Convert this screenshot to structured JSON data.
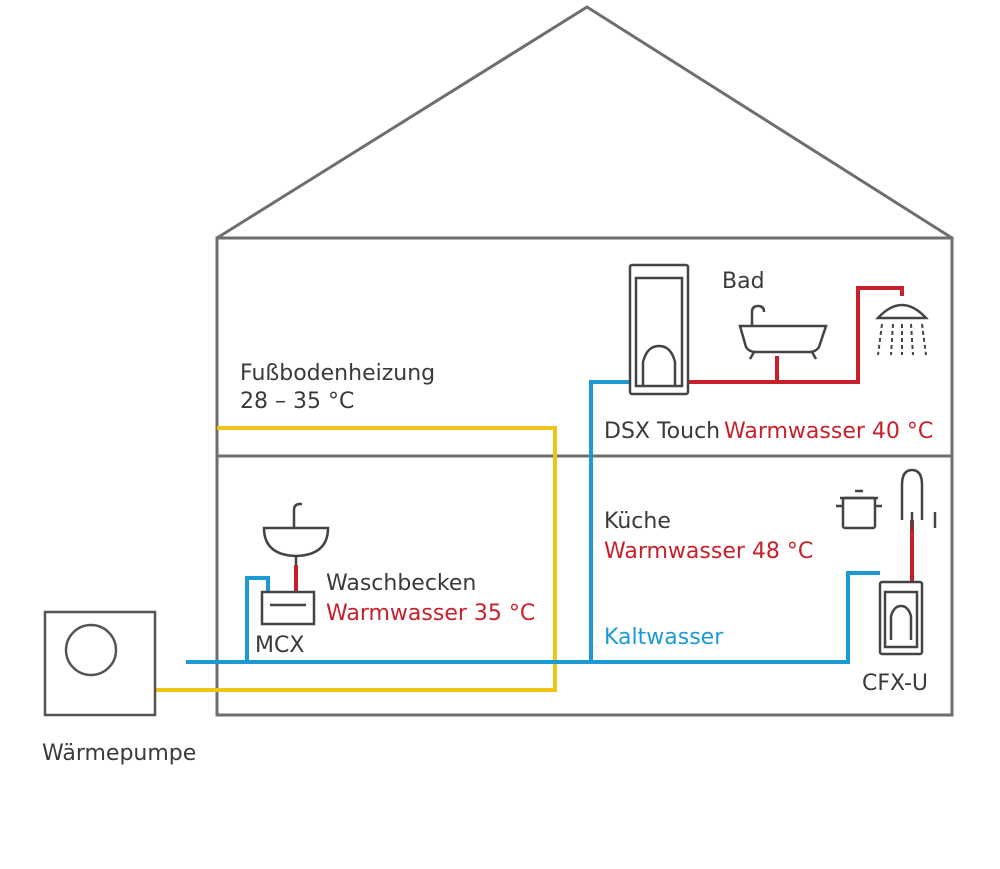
{
  "labels": {
    "floor_heating": "Fußbodenheizung",
    "floor_heating_temp": "28 – 35 °C",
    "bath": "Bad",
    "dsx_touch": "DSX Touch",
    "dsx_warmwater": "Warmwasser 40 °C",
    "kitchen": "Küche",
    "kitchen_warmwater": "Warmwasser 48 °C",
    "washbasin": "Waschbecken",
    "washbasin_warmwater": "Warmwasser 35 °C",
    "mcx": "MCX",
    "cold_water": "Kaltwasser",
    "cfx_u": "CFX-U",
    "heat_pump": "Wärmepumpe"
  },
  "colors": {
    "outline": "#6e6e6e",
    "warm_water": "#c8202a",
    "cold_water": "#1c9ad6",
    "heating": "#f0c419",
    "text": "#3a3a3a"
  },
  "icons": [
    "house-outline",
    "heat-pump-icon",
    "water-heater-icon",
    "bathtub-icon",
    "shower-icon",
    "washbasin-icon",
    "cooking-pot-icon",
    "kitchen-faucet-icon"
  ]
}
